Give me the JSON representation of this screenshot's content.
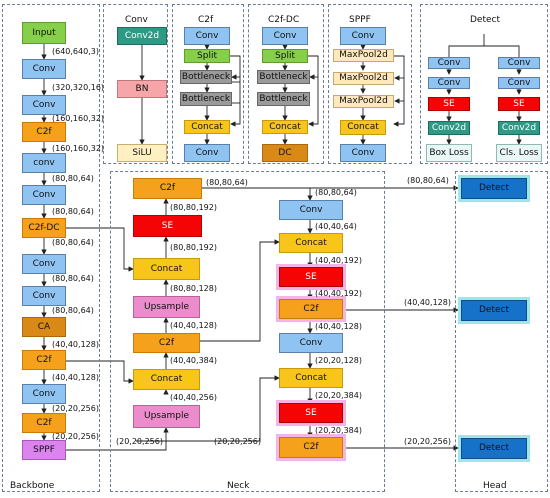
{
  "modules": {
    "conv": {
      "title": "Conv",
      "items": [
        "Conv2d",
        "BN",
        "SiLU"
      ]
    },
    "c2f": {
      "title": "C2f",
      "items": [
        "Conv",
        "Split",
        "Bottleneck",
        "Bottleneck",
        "Concat",
        "Conv"
      ]
    },
    "c2fdc": {
      "title": "C2f-DC",
      "items": [
        "Conv",
        "Split",
        "Bottleneck",
        "Bottleneck",
        "Concat",
        "DC"
      ]
    },
    "sppf": {
      "title": "SPPF",
      "items": [
        "Conv",
        "MaxPool2d",
        "MaxPool2d",
        "MaxPool2d",
        "Concat",
        "Conv"
      ]
    },
    "detect": {
      "title": "Detect",
      "items": [
        "Conv",
        "Conv",
        "Conv",
        "Conv",
        "SE",
        "SE",
        "Conv2d",
        "Conv2d",
        "Box Loss",
        "Cls. Loss"
      ]
    }
  },
  "backbone": {
    "title": "Backbone",
    "blocks": [
      "Input",
      "Conv",
      "Conv",
      "C2f",
      "conv",
      "Conv",
      "C2f-DC",
      "Conv",
      "Conv",
      "CA",
      "C2f",
      "Conv",
      "C2f",
      "SPPF"
    ],
    "labels": [
      "(640,640,3)",
      "(320,320,16)",
      "(160,160,32)",
      "(160,160,32)",
      "(80,80,64)",
      "(80,80,64)",
      "(80,80,64)",
      "(80,80,64)",
      "(80,80,64)",
      "(40,40,128)",
      "(40,40,128)",
      "(20,20,256)",
      "(20,20,256)"
    ]
  },
  "neck": {
    "title": "Neck",
    "left_blocks": [
      "C2f",
      "SE",
      "Concat",
      "Upsample",
      "C2f",
      "Concat",
      "Upsample"
    ],
    "left_labels": [
      "(80,80,192)",
      "(80,80,192)",
      "(80,80,128)",
      "(40,40,128)",
      "(40,40,384)",
      "(40,40,256)",
      "(20,20,256)"
    ],
    "top_label": "(80,80,64)",
    "right_blocks": [
      "Conv",
      "Concat",
      "SE",
      "C2f",
      "Conv",
      "Concat",
      "SE",
      "C2f"
    ],
    "right_labels": [
      "(80,80,64)",
      "(40,40,64)",
      "(40,40,192)",
      "(40,40,192)",
      "(40,40,128)",
      "(20,20,128)",
      "(20,20,384)",
      "(20,20,384)"
    ],
    "entry_label": "(20,20,256)"
  },
  "head": {
    "title": "Head",
    "blocks": [
      "Detect",
      "Detect",
      "Detect"
    ],
    "labels": [
      "(80,80,64)",
      "(40,40,128)",
      "(20,20,256)"
    ]
  }
}
